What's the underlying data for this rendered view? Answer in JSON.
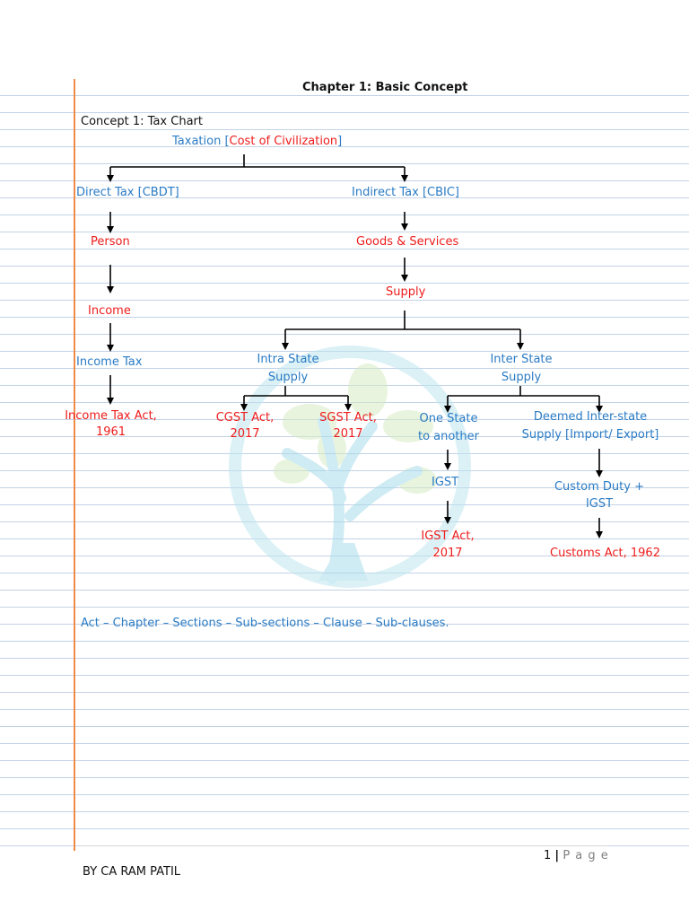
{
  "header": {
    "title": "Chapter 1: Basic Concept"
  },
  "concept_label": "Concept 1: Tax Chart",
  "chart": {
    "root_prefix": "Taxation [",
    "root_red": "Cost of Civilization",
    "root_suffix": "]",
    "direct": {
      "label": "Direct Tax [CBDT]",
      "person": "Person",
      "income": "Income",
      "income_tax": "Income Tax",
      "act_line1": "Income Tax Act,",
      "act_line2": "1961"
    },
    "indirect": {
      "label": "Indirect Tax [CBIC]",
      "goods": "Goods & Services",
      "supply": "Supply",
      "intra_line1": "Intra State",
      "intra_line2": "Supply",
      "cgst_line1": "CGST Act,",
      "cgst_line2": "2017",
      "sgst_line1": "SGST Act,",
      "sgst_line2": "2017",
      "inter_line1": "Inter State",
      "inter_line2": "Supply",
      "one_state_line1": "One State",
      "one_state_line2": "to another",
      "igst": "IGST",
      "igst_act_line1": "IGST Act,",
      "igst_act_line2": "2017",
      "deemed_line1": "Deemed Inter-state",
      "deemed_line2": "Supply [Import/ Export]",
      "custom_line1": "Custom Duty +",
      "custom_line2": "IGST",
      "customs_act": "Customs Act, 1962"
    }
  },
  "hierarchy_note": "Act – Chapter – Sections – Sub-sections – Clause – Sub-clauses.",
  "footer": {
    "page_number": "1",
    "separator": "|",
    "page_word": "P a g e",
    "author": "BY CA RAM PATIL"
  },
  "colors": {
    "blue_text": "#2a7bc4",
    "red_text": "#ee1c1c",
    "rule_line": "#c3d3e6",
    "margin_line": "#f08a4a"
  },
  "watermark_icon": "tree-icon"
}
